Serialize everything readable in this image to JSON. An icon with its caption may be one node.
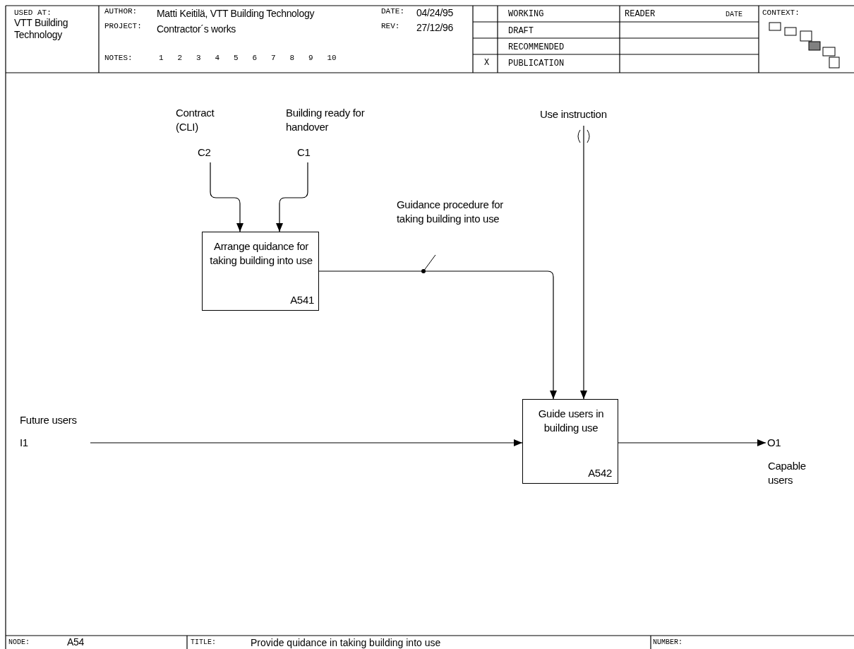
{
  "diagram": {
    "title": "Provide quidance in taking building into use",
    "nodes": [
      {
        "text": [
          "Arrange quidance for taking building into use",
          "A541"
        ]
      },
      {
        "text": [
          "Guide users in building use",
          "A542"
        ]
      },
      {
        "text": [
          "Contract (CLI)",
          "C2"
        ]
      },
      {
        "text": [
          "Building ready for handover",
          "C1"
        ]
      },
      {
        "text": [
          "Use instruction"
        ]
      },
      {
        "text": [
          "Future users",
          "I1"
        ]
      },
      {
        "text": [
          "O1",
          "Capable users"
        ]
      }
    ],
    "edges": [
      {
        "from": 2,
        "to": 0,
        "arrow": "to"
      },
      {
        "from": 3,
        "to": 0,
        "arrow": "to"
      },
      {
        "from": 0,
        "to": 1,
        "arrow": "to",
        "label": "Guidance procedure for taking building into use"
      },
      {
        "from": 4,
        "to": 1,
        "arrow": "to"
      },
      {
        "from": 5,
        "to": 1,
        "arrow": "to"
      },
      {
        "from": 1,
        "to": 6,
        "arrow": "to"
      }
    ],
    "labels": [
      "USED AT:",
      "VTT Building Technology",
      "AUTHOR:",
      "Matti Keitilä, VTT Building Technology",
      "DATE:",
      "04/24/95",
      "WORKING",
      "READER",
      "DATE",
      "CONTEXT:",
      "PROJECT:",
      "Contractor´s works",
      "REV:",
      "27/12/96",
      "DRAFT",
      "RECOMMENDED",
      "NOTES:",
      "1",
      "2",
      "3",
      "4",
      "5",
      "6",
      "7",
      "8",
      "9",
      "10",
      "X",
      "PUBLICATION",
      "NODE:",
      "A54",
      "TITLE:",
      "NUMBER:"
    ]
  }
}
